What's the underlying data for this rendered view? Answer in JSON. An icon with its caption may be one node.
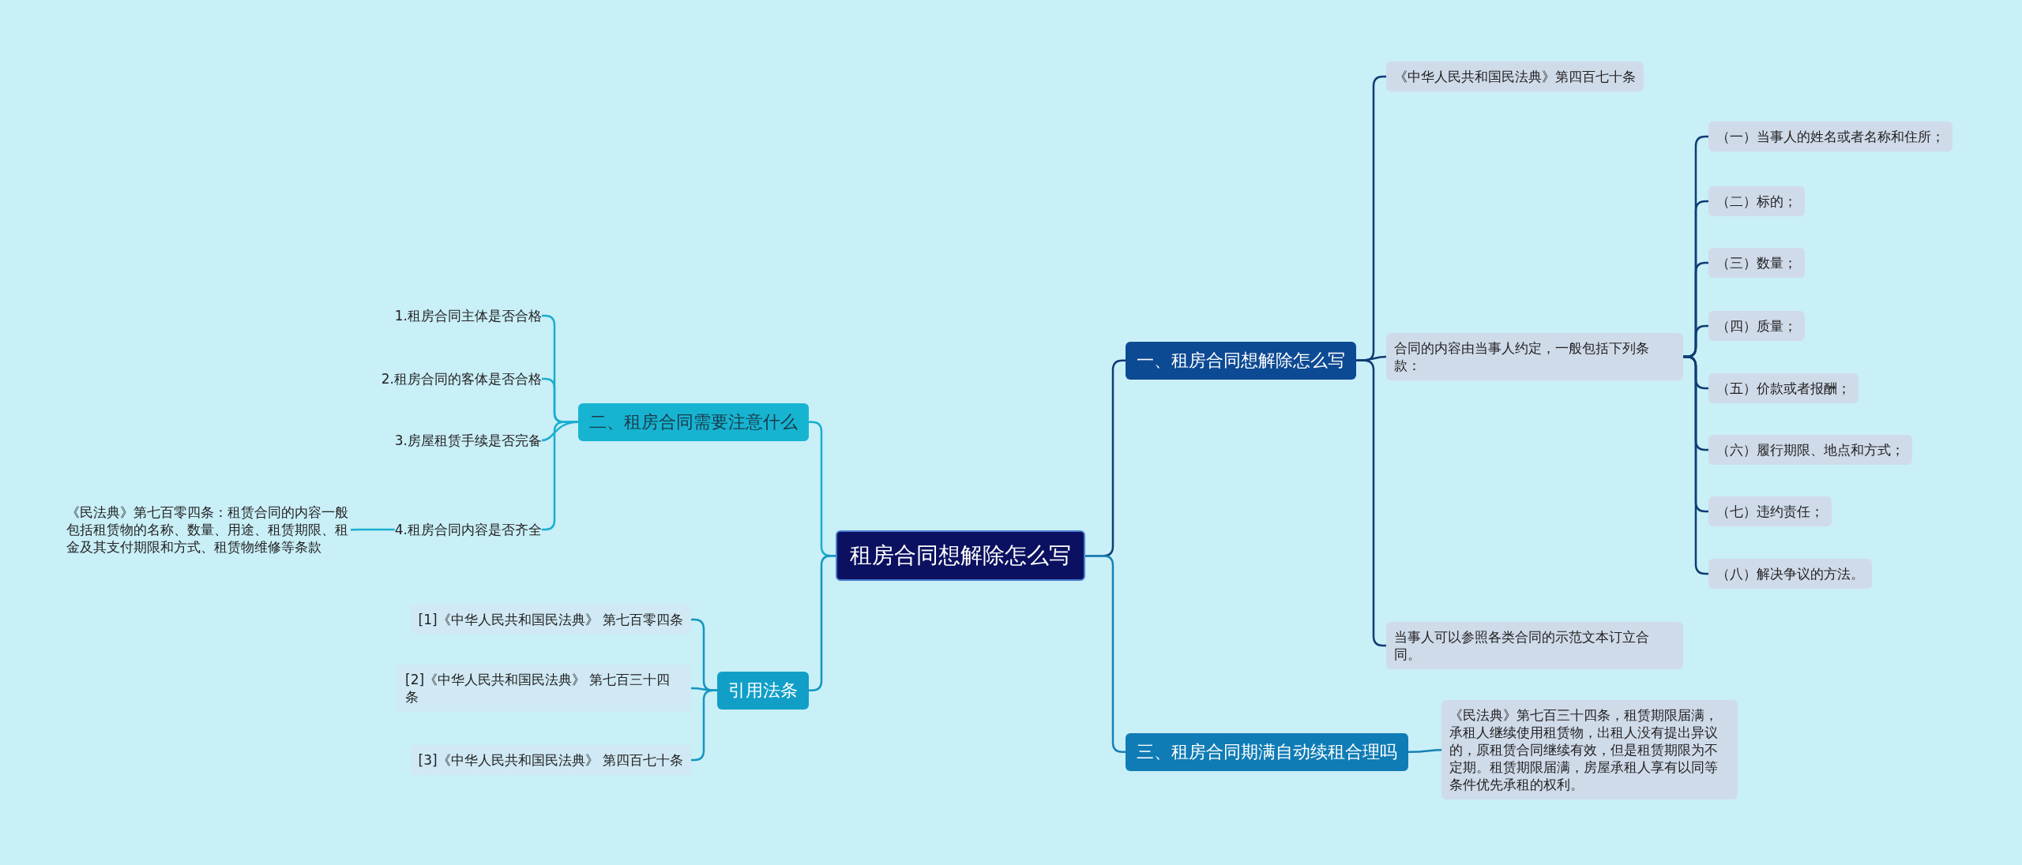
{
  "diagram": {
    "nodes": [
      {
        "text": [
          "租房合同想解除怎么写"
        ]
      },
      {
        "text": [
          "一、租房合同想解除怎么写"
        ]
      },
      {
        "text": [
          "《中华人民共和国民法典》第四百七十条"
        ]
      },
      {
        "text": [
          "合同的内容由当事人约定，一般包括下列条款："
        ]
      },
      {
        "text": [
          "（一）当事人的姓名或者名称和住所；"
        ]
      },
      {
        "text": [
          "（二）标的；"
        ]
      },
      {
        "text": [
          "（三）数量；"
        ]
      },
      {
        "text": [
          "（四）质量；"
        ]
      },
      {
        "text": [
          "（五）价款或者报酬；"
        ]
      },
      {
        "text": [
          "（六）履行期限、地点和方式；"
        ]
      },
      {
        "text": [
          "（七）违约责任；"
        ]
      },
      {
        "text": [
          "（八）解决争议的方法。"
        ]
      },
      {
        "text": [
          "当事人可以参照各类合同的示范文本订立合同。"
        ]
      },
      {
        "text": [
          "三、租房合同期满自动续租合理吗"
        ]
      },
      {
        "text": [
          "《民法典》第七百三十四条，租赁期限届满，承租人继续使用租赁物，出租人没有提出异议的，原租赁合同继续有效，但是租赁期限为不定期。租赁期限届满，房屋承租人享有以同等条件优先承租的权利。"
        ]
      },
      {
        "text": [
          "二、租房合同需要注意什么"
        ]
      },
      {
        "text": [
          "1.租房合同主体是否合格"
        ]
      },
      {
        "text": [
          "2.租房合同的客体是否合格"
        ]
      },
      {
        "text": [
          "3.房屋租赁手续是否完备"
        ]
      },
      {
        "text": [
          "4.租房合同内容是否齐全"
        ]
      },
      {
        "text": [
          "《民法典》第七百零四条：租赁合同的内容一般包括租赁物的名称、数量、用途、租赁期限、租金及其支付期限和方式、租赁物维修等条款"
        ]
      },
      {
        "text": [
          "引用法条"
        ]
      },
      {
        "text": [
          "[1]《中华人民共和国民法典》 第七百零四条"
        ]
      },
      {
        "text": [
          "[2]《中华人民共和国民法典》 第七百三十四条"
        ]
      },
      {
        "text": [
          "[3]《中华人民共和国民法典》 第四百七十条"
        ]
      }
    ],
    "edges": [
      {
        "from": 0,
        "to": 1,
        "arrow": "none"
      },
      {
        "from": 0,
        "to": 13,
        "arrow": "none",
        "color": "#1781b5"
      },
      {
        "from": 0,
        "to": 15,
        "arrow": "none",
        "color": "#19aed0"
      },
      {
        "from": 0,
        "to": 21,
        "arrow": "none",
        "color": "#1595c0"
      },
      {
        "from": 1,
        "to": 2,
        "arrow": "none"
      },
      {
        "from": 1,
        "to": 3,
        "arrow": "none"
      },
      {
        "from": 1,
        "to": 12,
        "arrow": "none"
      },
      {
        "from": 3,
        "to": 4,
        "arrow": "none"
      },
      {
        "from": 3,
        "to": 5,
        "arrow": "none"
      },
      {
        "from": 3,
        "to": 6,
        "arrow": "none"
      },
      {
        "from": 3,
        "to": 7,
        "arrow": "none"
      },
      {
        "from": 3,
        "to": 8,
        "arrow": "none"
      },
      {
        "from": 3,
        "to": 9,
        "arrow": "none"
      },
      {
        "from": 3,
        "to": 10,
        "arrow": "none"
      },
      {
        "from": 3,
        "to": 11,
        "arrow": "none"
      },
      {
        "from": 13,
        "to": 14,
        "arrow": "none",
        "color": "#1781b5"
      },
      {
        "from": 15,
        "to": 16,
        "arrow": "none",
        "color": "#19aed0"
      },
      {
        "from": 15,
        "to": 17,
        "arrow": "none",
        "color": "#19aed0"
      },
      {
        "from": 15,
        "to": 18,
        "arrow": "none",
        "color": "#19aed0"
      },
      {
        "from": 15,
        "to": 19,
        "arrow": "none",
        "color": "#19aed0"
      },
      {
        "from": 19,
        "to": 20,
        "arrow": "none",
        "color": "#19aed0"
      },
      {
        "from": 21,
        "to": 22,
        "arrow": "none",
        "color": "#1595c0"
      },
      {
        "from": 21,
        "to": 23,
        "arrow": "none",
        "color": "#1595c0"
      },
      {
        "from": 21,
        "to": 24,
        "arrow": "none",
        "color": "#1595c0"
      }
    ]
  }
}
